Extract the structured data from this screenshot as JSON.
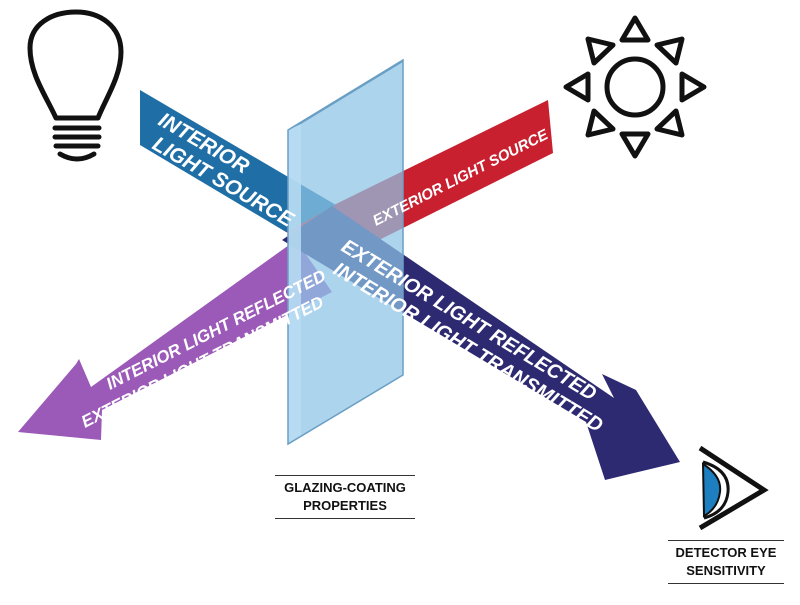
{
  "labels": {
    "interior_source_line1": "INTERIOR",
    "interior_source_line2": "LIGHT SOURCE",
    "exterior_source": "EXTERIOR LIGHT SOURCE",
    "reflected_left_line1": "INTERIOR LIGHT REFLECTED",
    "reflected_left_line2": "EXTERIOR LIGHT TRANSMITTED",
    "reflected_right_line1": "EXTERIOR LIGHT REFLECTED",
    "reflected_right_line2": "INTERIOR LIGHT TRANSMITTED"
  },
  "captions": {
    "glazing_line1": "GLAZING-COATING",
    "glazing_line2": "PROPERTIES",
    "detector_line1": "DETECTOR EYE",
    "detector_line2": "SENSITIVITY"
  },
  "colors": {
    "interior_band": "#1f6fa6",
    "exterior_band": "#c8202f",
    "left_arrow": "#9b59b8",
    "right_arrow": "#2e2a72",
    "glass": "#8ec3e6",
    "glass_edge": "#6a9fc4",
    "eye_iris": "#1d7fc0"
  },
  "icons": [
    "light-bulb-icon",
    "sun-icon",
    "eye-icon"
  ]
}
